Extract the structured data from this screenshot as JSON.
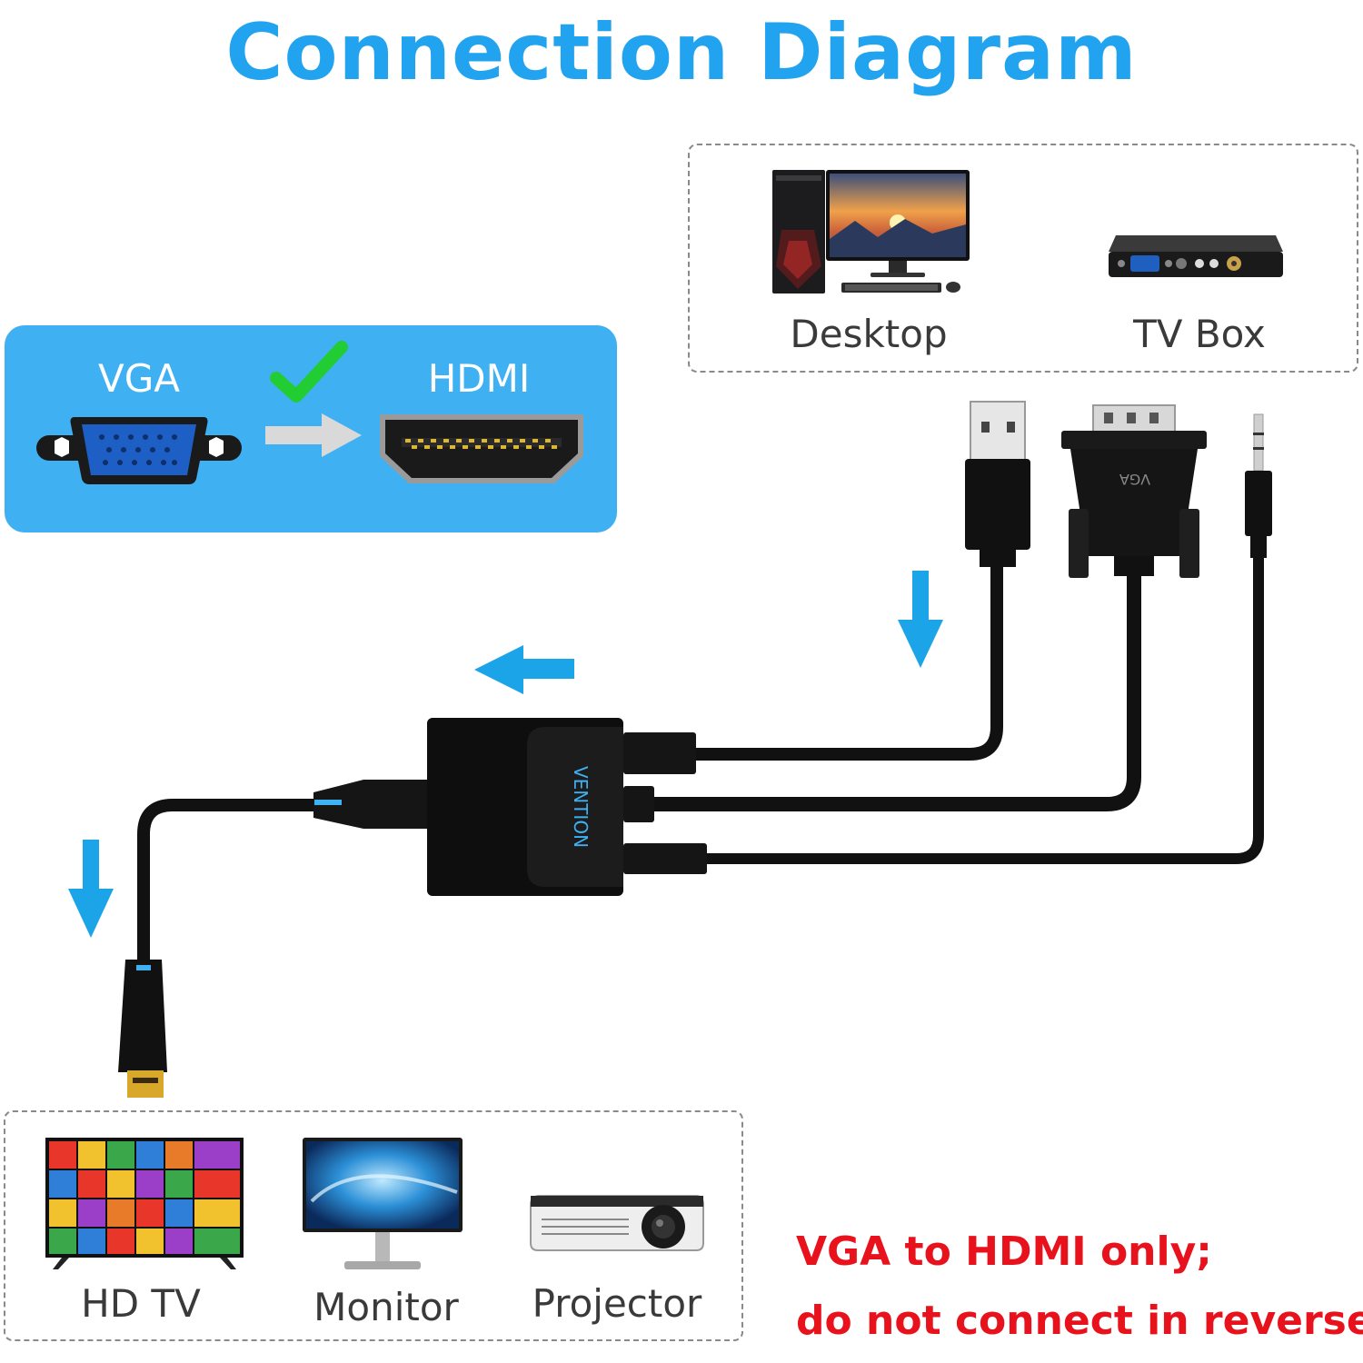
{
  "title": "Connection Diagram",
  "sources": {
    "desktop_label": "Desktop",
    "tvbox_label": "TV Box"
  },
  "compat_panel": {
    "from_label": "VGA",
    "to_label": "HDMI"
  },
  "cable_marks": {
    "vga_plug": "VGA",
    "adapter_brand": "VENTION"
  },
  "outputs": {
    "hdtv_label": "HD TV",
    "monitor_label": "Monitor",
    "projector_label": "Projector"
  },
  "warning": {
    "line1": "VGA to HDMI only;",
    "line2": "do not connect in reverse."
  },
  "colors": {
    "accent_blue": "#22a3ef",
    "panel_blue": "#3fb0f2",
    "warning_red": "#e8121c",
    "check_green": "#22cc33"
  }
}
